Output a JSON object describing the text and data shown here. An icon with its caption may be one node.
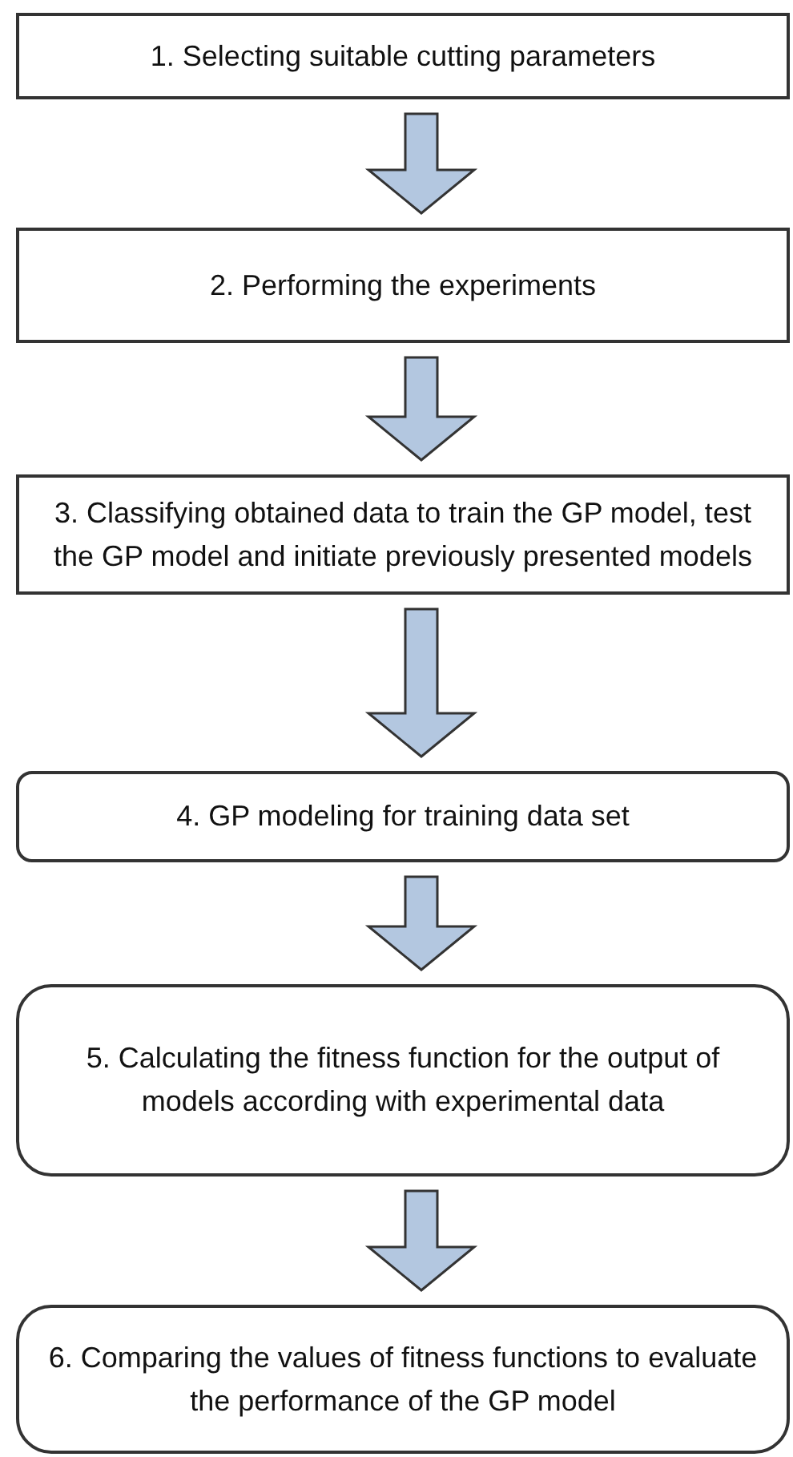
{
  "diagram": {
    "nodes": [
      {
        "text": [
          "1. Selecting suitable cutting parameters"
        ]
      },
      {
        "text": [
          "2. Performing the experiments"
        ]
      },
      {
        "text": [
          "3. Classifying obtained data to train the GP model, test the GP model and initiate previously presented models"
        ]
      },
      {
        "text": [
          "4. GP modeling for training data set"
        ]
      },
      {
        "text": [
          "5. Calculating the fitness function for the output of models according with experimental data"
        ]
      },
      {
        "text": [
          "6. Comparing the values of fitness functions to evaluate the performance of the GP model"
        ]
      }
    ],
    "edges": [
      {
        "from": 0,
        "to": 1,
        "arrow": "to"
      },
      {
        "from": 1,
        "to": 2,
        "arrow": "to"
      },
      {
        "from": 2,
        "to": 3,
        "arrow": "to"
      },
      {
        "from": 3,
        "to": 4,
        "arrow": "to"
      },
      {
        "from": 4,
        "to": 5,
        "arrow": "to"
      }
    ]
  }
}
